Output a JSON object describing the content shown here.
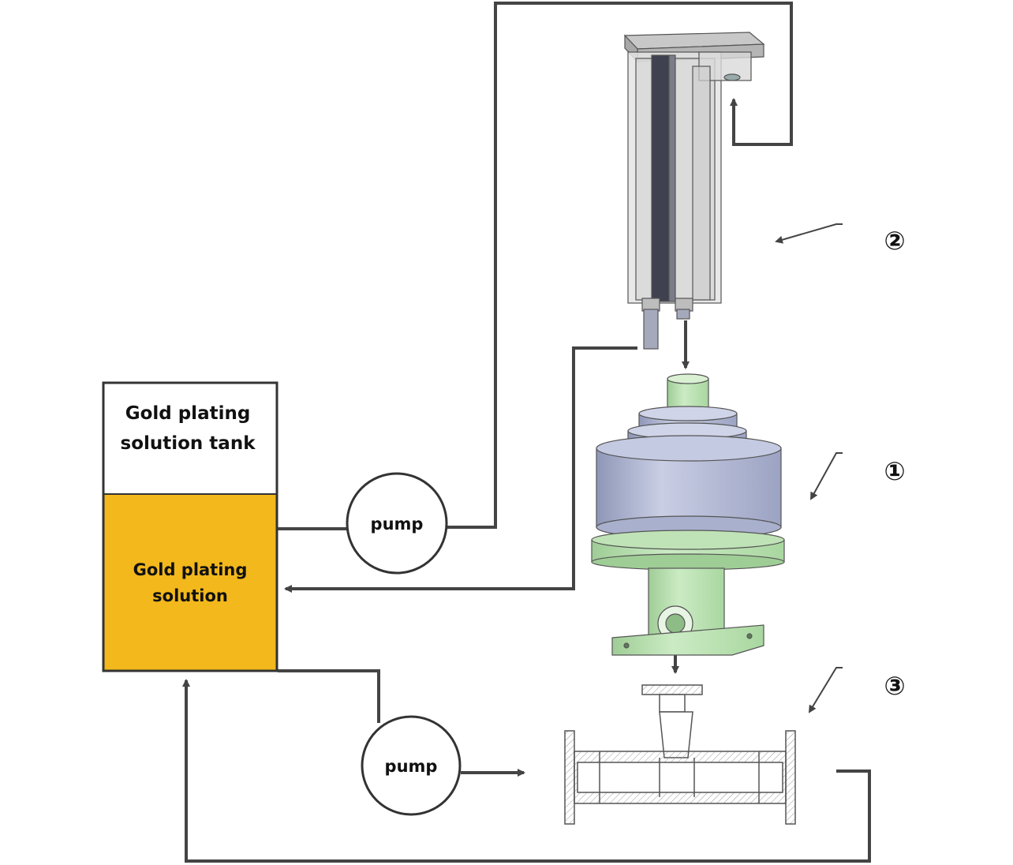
{
  "tank": {
    "title_line1": "Gold plating",
    "title_line2": "solution tank",
    "solution_line1": "Gold plating",
    "solution_line2": "solution",
    "solution_color": "#F2B81C"
  },
  "pumps": {
    "upper_label": "pump",
    "lower_label": "pump"
  },
  "components": {
    "label_1": "①",
    "label_2": "②",
    "label_3": "③"
  },
  "colors": {
    "line": "#444444",
    "part_green": "#B8E2B0",
    "part_blue": "#AEB6D2",
    "column_glass": "#D8D8D8",
    "column_dark": "#3F4150"
  }
}
